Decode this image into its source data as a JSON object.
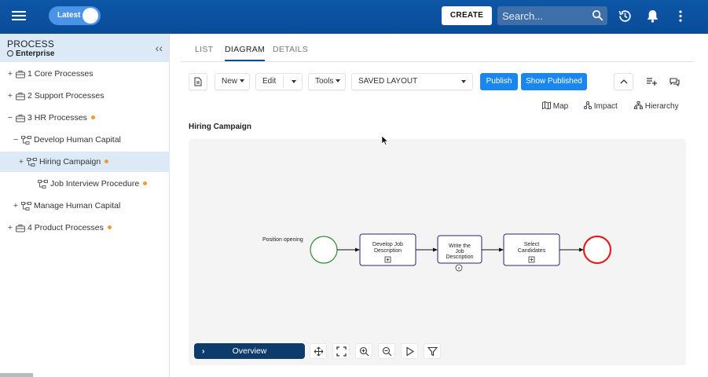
{
  "topbar": {
    "latest_label": "Latest",
    "create_label": "CREATE",
    "search_placeholder": "Search...",
    "icons": [
      "menu-icon",
      "search-icon",
      "history-icon",
      "bell-icon",
      "more-vert-icon"
    ]
  },
  "sidebar": {
    "title": "PROCESS",
    "subtitle": "Enterprise",
    "items": [
      {
        "expander": "+",
        "label": "1 Core Processes",
        "icon": "briefcase-icon",
        "dot": false
      },
      {
        "expander": "+",
        "label": "2 Support Processes",
        "icon": "briefcase-icon",
        "dot": false
      },
      {
        "expander": "−",
        "label": "3 HR Processes",
        "icon": "briefcase-icon",
        "dot": true
      },
      {
        "expander": "−",
        "label": "Develop Human Capital",
        "icon": "process-icon",
        "dot": false
      },
      {
        "expander": "+",
        "label": "Hiring Campaign",
        "icon": "process-icon",
        "dot": true,
        "selected": true
      },
      {
        "expander": "",
        "label": "Job Interview Procedure",
        "icon": "process-icon",
        "dot": true
      },
      {
        "expander": "+",
        "label": "Manage Human Capital",
        "icon": "process-icon",
        "dot": false
      },
      {
        "expander": "+",
        "label": "4 Product Processes",
        "icon": "briefcase-icon",
        "dot": true
      }
    ]
  },
  "tabs": [
    {
      "label": "LIST",
      "active": false
    },
    {
      "label": "DIAGRAM",
      "active": true
    },
    {
      "label": "DETAILS",
      "active": false
    }
  ],
  "toolbar": {
    "new_label": "New",
    "edit_label": "Edit",
    "tools_label": "Tools",
    "layout_value": "SAVED LAYOUT",
    "publish_label": "Publish",
    "show_published_label": "Show Published"
  },
  "views": {
    "map_label": "Map",
    "impact_label": "Impact",
    "hierarchy_label": "Hierarchy"
  },
  "diagram": {
    "title": "Hiring Campaign",
    "start_label": "Position opening",
    "tasks": [
      "Develop Job Description",
      "Write the Job Description",
      "Select Candidates"
    ],
    "overview_label": "Overview"
  },
  "colors": {
    "topbar": "#0a4d99",
    "accent": "#1a86f0",
    "start_event": "#2e8b2e",
    "end_event": "#e02020",
    "task_border": "#23237a",
    "dot": "#f09a35"
  }
}
